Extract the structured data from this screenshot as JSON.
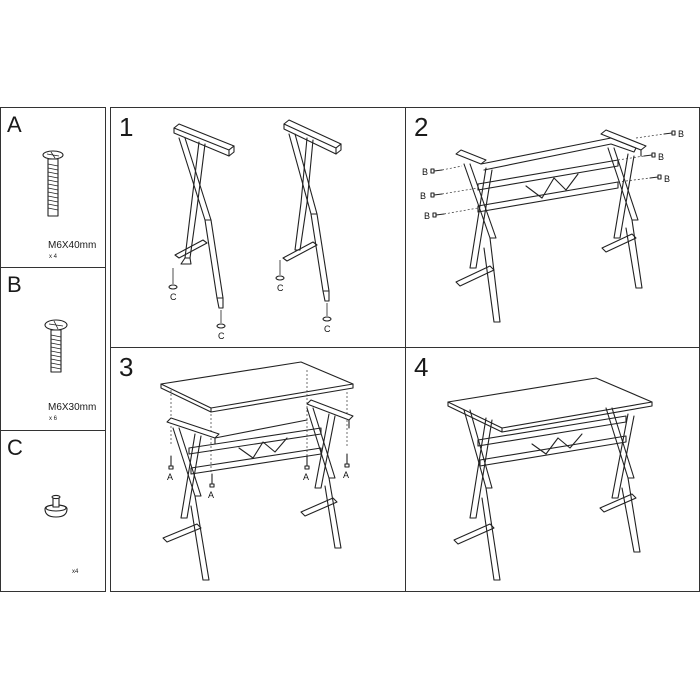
{
  "parts": [
    {
      "letter": "A",
      "size": "M6X40mm",
      "qty": "x 4"
    },
    {
      "letter": "B",
      "size": "M6X30mm",
      "qty": "x 6"
    },
    {
      "letter": "C",
      "qty": "x4"
    }
  ],
  "steps": [
    {
      "number": "1",
      "labels": [
        "C",
        "C",
        "C",
        "C"
      ]
    },
    {
      "number": "2",
      "labels": [
        "B",
        "B",
        "B",
        "B",
        "B",
        "B"
      ]
    },
    {
      "number": "3",
      "labels": [
        "A",
        "A",
        "A",
        "A"
      ]
    },
    {
      "number": "4"
    }
  ]
}
